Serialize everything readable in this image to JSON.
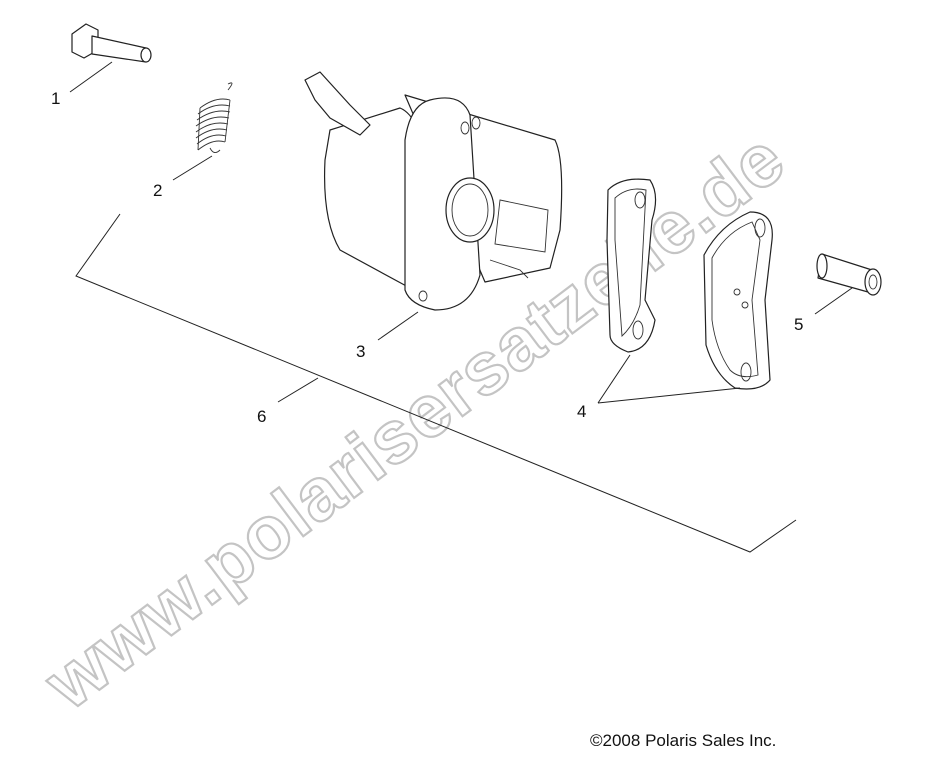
{
  "callouts": {
    "c1": "1",
    "c2": "2",
    "c3": "3",
    "c4": "4",
    "c5": "5",
    "c6": "6"
  },
  "watermark": "www.polarisersatzeile.de",
  "copyright": "©2008 Polaris Sales Inc.",
  "colors": {
    "line": "#222222",
    "watermark_outline": "#c4c4c4",
    "background": "#ffffff"
  }
}
